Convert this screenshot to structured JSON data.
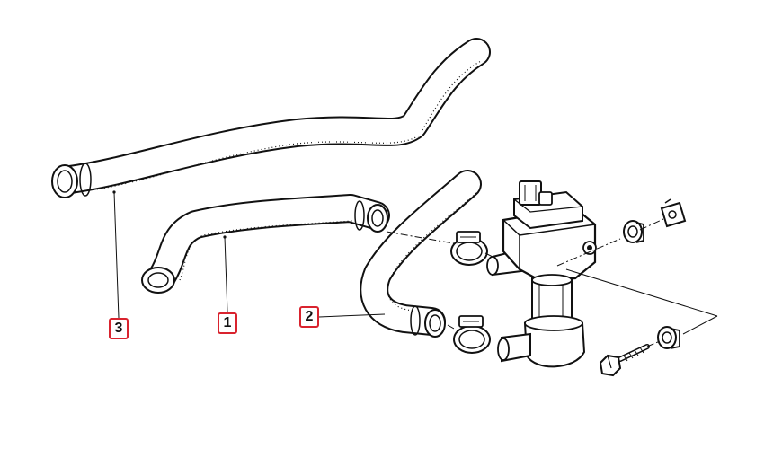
{
  "callouts": [
    {
      "label": "3",
      "part": "upper-long-hose"
    },
    {
      "label": "1",
      "part": "middle-curved-hose"
    },
    {
      "label": "2",
      "part": "lower-bent-hose"
    }
  ],
  "colors": {
    "callout_border": "#d9232e",
    "line_art": "#111111",
    "background": "#ffffff"
  }
}
